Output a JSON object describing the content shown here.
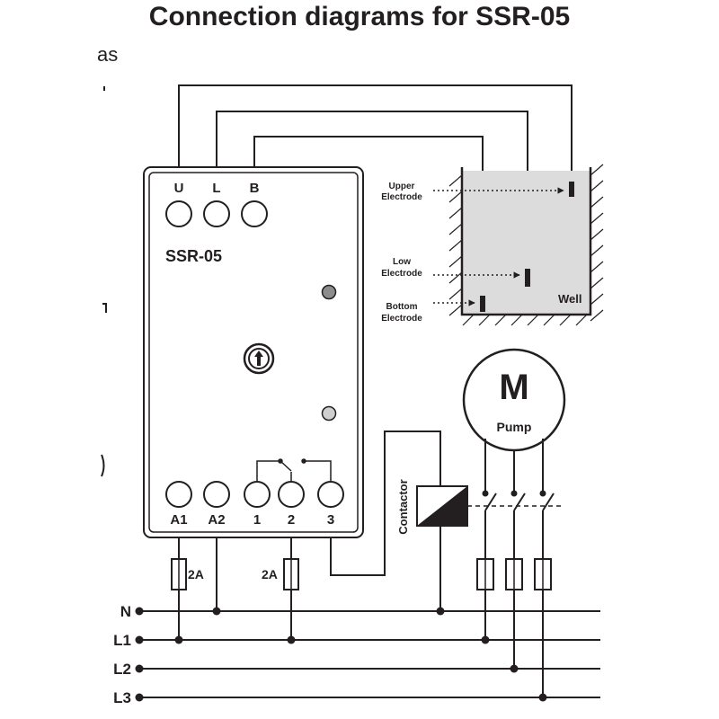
{
  "title": "Connection diagrams for SSR-05",
  "header_fragment": "as",
  "device": {
    "name": "SSR-05",
    "top_terminals": [
      "U",
      "L",
      "B"
    ],
    "bottom_terminals": [
      "A1",
      "A2",
      "1",
      "2",
      "3"
    ]
  },
  "electrodes": {
    "upper": [
      "Upper",
      "Electrode"
    ],
    "low": [
      "Low",
      "Electrode"
    ],
    "bottom": [
      "Bottom",
      "Electrode"
    ]
  },
  "well_label": "Well",
  "motor": {
    "symbol": "M",
    "label": "Pump"
  },
  "contactor_label": "Contactor",
  "fuse_rating": "2A",
  "mains_lines": [
    "N",
    "L1",
    "L2",
    "L3"
  ],
  "colors": {
    "ink": "#231f20",
    "water": "#dcdcdc",
    "led_top": "#8c8c8c",
    "led_bottom": "#cfcfcf"
  }
}
